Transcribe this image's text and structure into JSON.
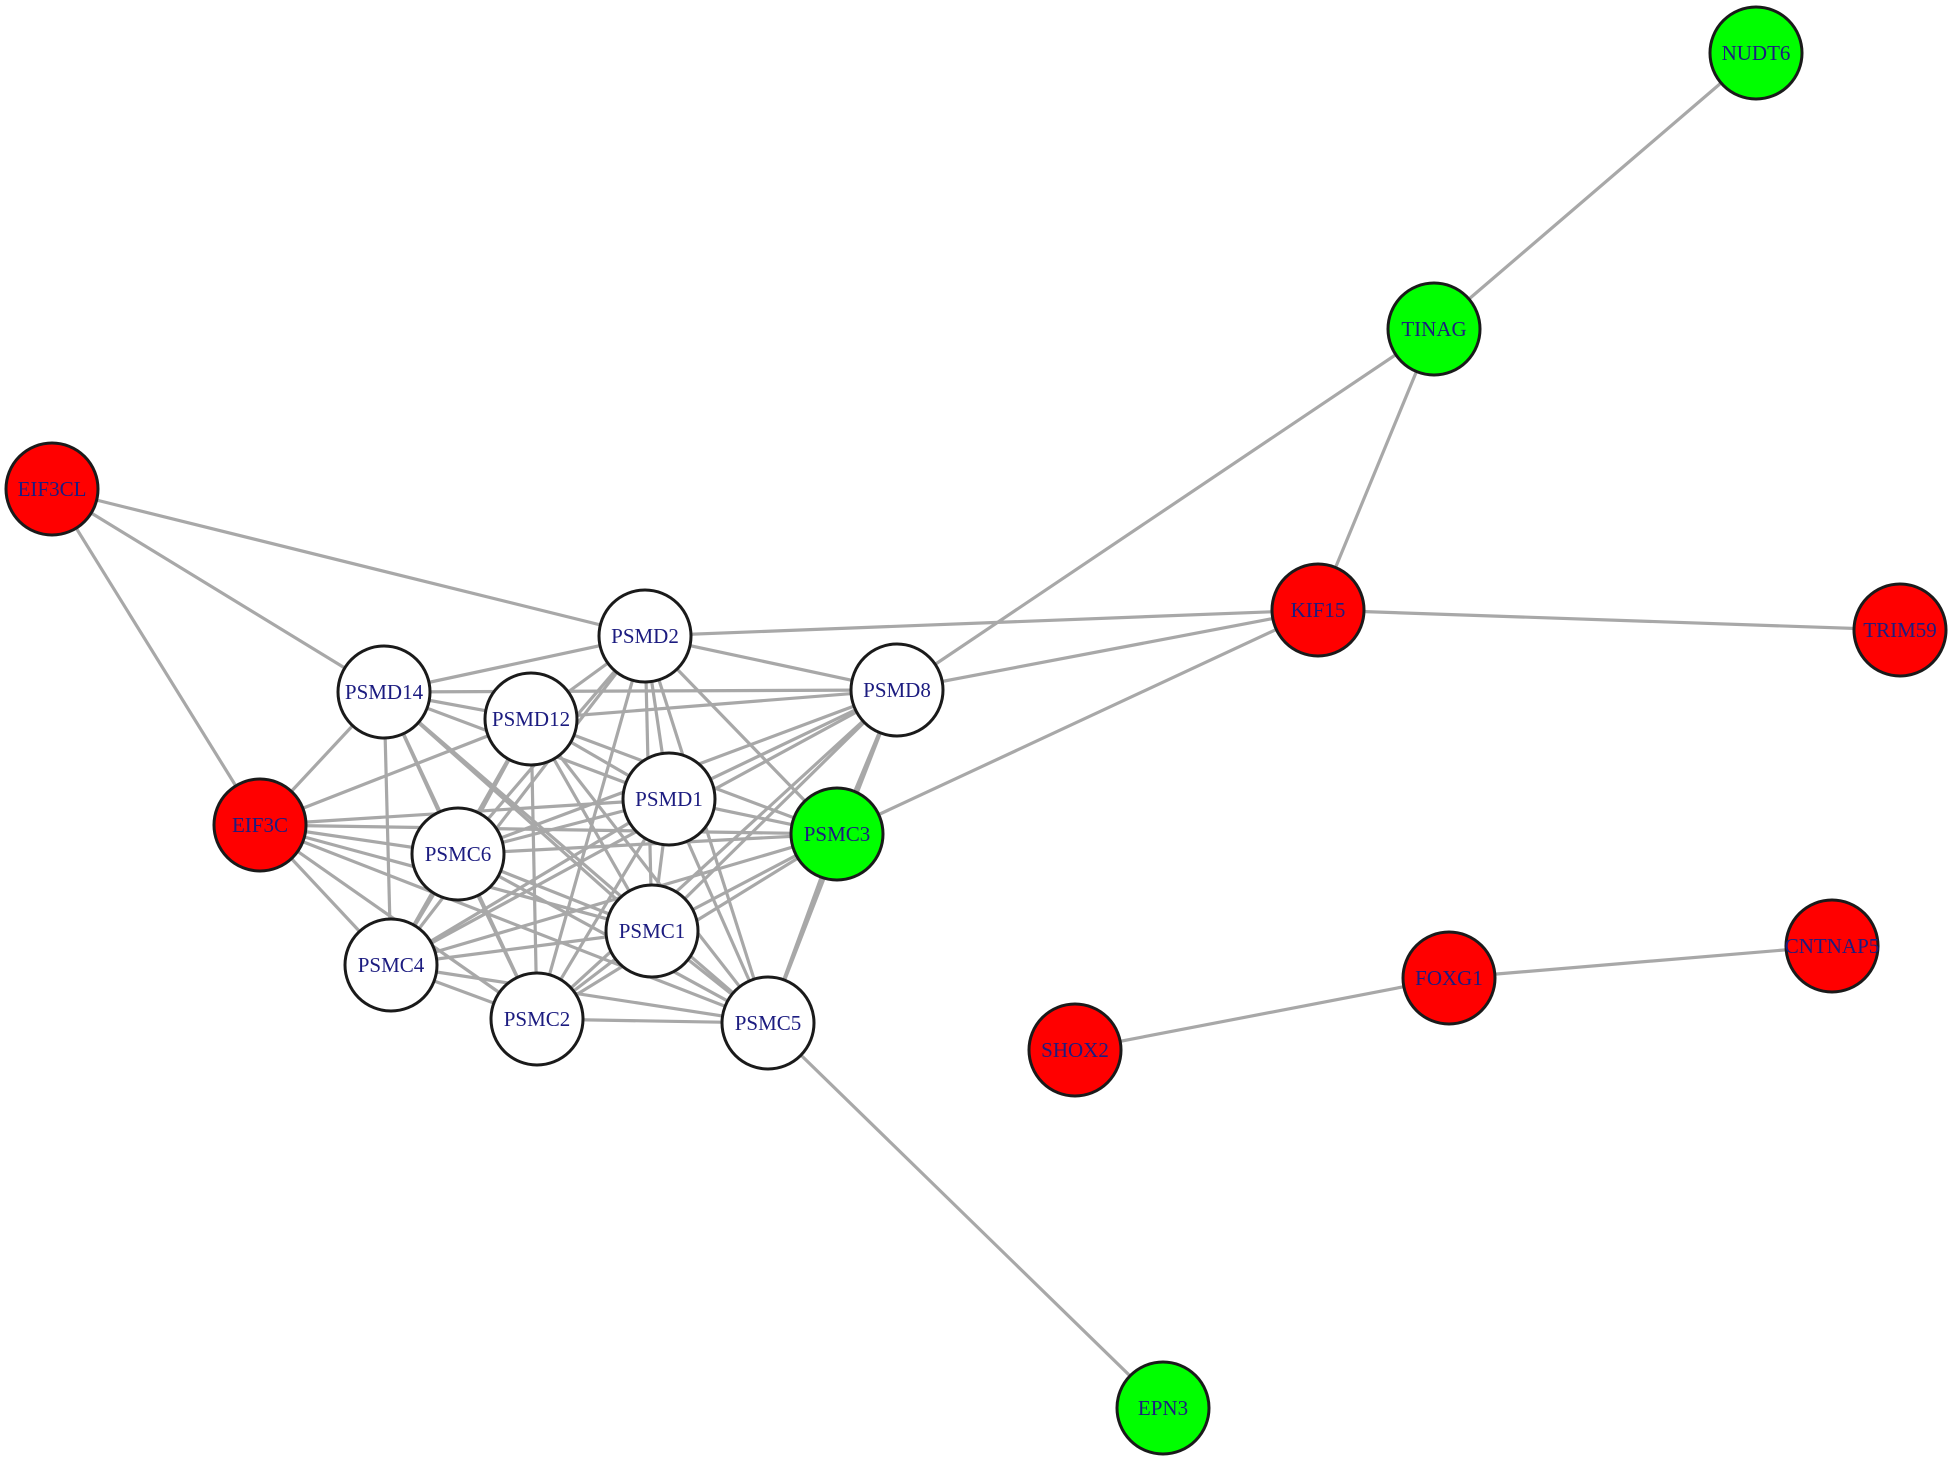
{
  "colors": {
    "up": "#ff0000",
    "down": "#00ff00",
    "neutral": "#ffffff",
    "edge": "#a8a8a8",
    "label": "#1c1c80",
    "stroke": "#1a1a1a"
  },
  "nodes": [
    {
      "id": "NUDT6",
      "label": "NUDT6",
      "group": "down"
    },
    {
      "id": "TINAG",
      "label": "TINAG",
      "group": "down"
    },
    {
      "id": "EIF3CL",
      "label": "EIF3CL",
      "group": "up"
    },
    {
      "id": "KIF15",
      "label": "KIF15",
      "group": "up"
    },
    {
      "id": "TRIM59",
      "label": "TRIM59",
      "group": "up"
    },
    {
      "id": "PSMD2",
      "label": "PSMD2",
      "group": "neutral"
    },
    {
      "id": "PSMD14",
      "label": "PSMD14",
      "group": "neutral"
    },
    {
      "id": "PSMD12",
      "label": "PSMD12",
      "group": "neutral"
    },
    {
      "id": "PSMD8",
      "label": "PSMD8",
      "group": "neutral"
    },
    {
      "id": "PSMD1",
      "label": "PSMD1",
      "group": "neutral"
    },
    {
      "id": "EIF3C",
      "label": "EIF3C",
      "group": "up"
    },
    {
      "id": "PSMC3",
      "label": "PSMC3",
      "group": "down"
    },
    {
      "id": "PSMC6",
      "label": "PSMC6",
      "group": "neutral"
    },
    {
      "id": "PSMC1",
      "label": "PSMC1",
      "group": "neutral"
    },
    {
      "id": "CNTNAP5",
      "label": "CNTNAP5",
      "group": "up"
    },
    {
      "id": "PSMC4",
      "label": "PSMC4",
      "group": "neutral"
    },
    {
      "id": "FOXG1",
      "label": "FOXG1",
      "group": "up"
    },
    {
      "id": "PSMC2",
      "label": "PSMC2",
      "group": "neutral"
    },
    {
      "id": "PSMC5",
      "label": "PSMC5",
      "group": "neutral"
    },
    {
      "id": "SHOX2",
      "label": "SHOX2",
      "group": "up"
    },
    {
      "id": "EPN3",
      "label": "EPN3",
      "group": "down"
    }
  ],
  "edges": [
    [
      "NUDT6",
      "TINAG"
    ],
    [
      "TINAG",
      "PSMD8"
    ],
    [
      "TINAG",
      "KIF15"
    ],
    [
      "KIF15",
      "TRIM59"
    ],
    [
      "KIF15",
      "PSMD2"
    ],
    [
      "KIF15",
      "PSMD8"
    ],
    [
      "KIF15",
      "PSMC3"
    ],
    [
      "EIF3CL",
      "PSMD2"
    ],
    [
      "EIF3CL",
      "PSMD14"
    ],
    [
      "EIF3CL",
      "EIF3C"
    ],
    [
      "PSMC5",
      "EPN3"
    ],
    [
      "SHOX2",
      "FOXG1"
    ],
    [
      "FOXG1",
      "CNTNAP5"
    ],
    [
      "PSMD2",
      "PSMD14"
    ],
    [
      "PSMD2",
      "PSMD12"
    ],
    [
      "PSMD2",
      "PSMD8"
    ],
    [
      "PSMD2",
      "PSMD1"
    ],
    [
      "PSMD2",
      "PSMC3"
    ],
    [
      "PSMD2",
      "PSMC6"
    ],
    [
      "PSMD2",
      "PSMC1"
    ],
    [
      "PSMD2",
      "PSMC4"
    ],
    [
      "PSMD2",
      "PSMC2"
    ],
    [
      "PSMD2",
      "PSMC5"
    ],
    [
      "PSMD14",
      "PSMD12"
    ],
    [
      "PSMD14",
      "PSMD8"
    ],
    [
      "PSMD14",
      "PSMD1"
    ],
    [
      "PSMD14",
      "EIF3C"
    ],
    [
      "PSMD14",
      "PSMC6"
    ],
    [
      "PSMD14",
      "PSMC1"
    ],
    [
      "PSMD14",
      "PSMC4"
    ],
    [
      "PSMD14",
      "PSMC2"
    ],
    [
      "PSMD14",
      "PSMC5"
    ],
    [
      "PSMD12",
      "PSMD8"
    ],
    [
      "PSMD12",
      "PSMD1"
    ],
    [
      "PSMD12",
      "EIF3C"
    ],
    [
      "PSMD12",
      "PSMC3"
    ],
    [
      "PSMD12",
      "PSMC6"
    ],
    [
      "PSMD12",
      "PSMC1"
    ],
    [
      "PSMD12",
      "PSMC4"
    ],
    [
      "PSMD12",
      "PSMC2"
    ],
    [
      "PSMD12",
      "PSMC5"
    ],
    [
      "PSMD8",
      "PSMD1"
    ],
    [
      "PSMD8",
      "PSMC3"
    ],
    [
      "PSMD8",
      "PSMC6"
    ],
    [
      "PSMD8",
      "PSMC1"
    ],
    [
      "PSMD8",
      "PSMC4"
    ],
    [
      "PSMD8",
      "PSMC2"
    ],
    [
      "PSMD8",
      "PSMC5"
    ],
    [
      "PSMD1",
      "EIF3C"
    ],
    [
      "PSMD1",
      "PSMC3"
    ],
    [
      "PSMD1",
      "PSMC6"
    ],
    [
      "PSMD1",
      "PSMC1"
    ],
    [
      "PSMD1",
      "PSMC4"
    ],
    [
      "PSMD1",
      "PSMC2"
    ],
    [
      "PSMD1",
      "PSMC5"
    ],
    [
      "EIF3C",
      "PSMC3"
    ],
    [
      "EIF3C",
      "PSMC6"
    ],
    [
      "EIF3C",
      "PSMC1"
    ],
    [
      "EIF3C",
      "PSMC4"
    ],
    [
      "EIF3C",
      "PSMC2"
    ],
    [
      "EIF3C",
      "PSMC5"
    ],
    [
      "PSMC3",
      "PSMC6"
    ],
    [
      "PSMC3",
      "PSMC1"
    ],
    [
      "PSMC3",
      "PSMC4"
    ],
    [
      "PSMC3",
      "PSMC2"
    ],
    [
      "PSMC3",
      "PSMC5"
    ],
    [
      "PSMC6",
      "PSMC1"
    ],
    [
      "PSMC6",
      "PSMC4"
    ],
    [
      "PSMC6",
      "PSMC2"
    ],
    [
      "PSMC6",
      "PSMC5"
    ],
    [
      "PSMC1",
      "PSMC4"
    ],
    [
      "PSMC1",
      "PSMC2"
    ],
    [
      "PSMC1",
      "PSMC5"
    ],
    [
      "PSMC4",
      "PSMC2"
    ],
    [
      "PSMC4",
      "PSMC5"
    ],
    [
      "PSMC2",
      "PSMC5"
    ]
  ]
}
